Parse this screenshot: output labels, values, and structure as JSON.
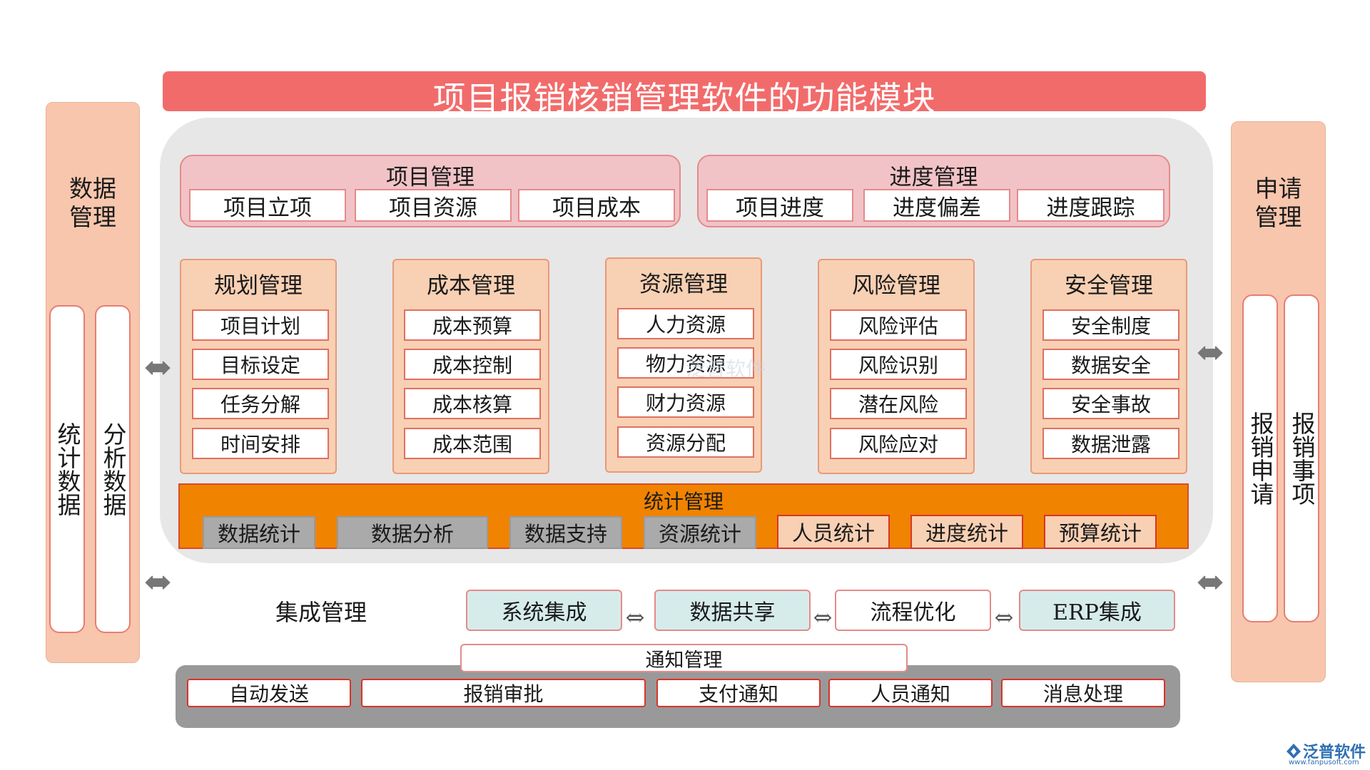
{
  "title": "项目报销核销管理软件的功能模块",
  "left_panel": {
    "title": "数据\n管理",
    "items": [
      "统计数据",
      "分析数据"
    ]
  },
  "right_panel": {
    "title": "申请\n管理",
    "items": [
      "报销申请",
      "报销事项"
    ]
  },
  "top_groups": [
    {
      "title": "项目管理",
      "items": [
        "项目立项",
        "项目资源",
        "项目成本"
      ]
    },
    {
      "title": "进度管理",
      "items": [
        "项目进度",
        "进度偏差",
        "进度跟踪"
      ]
    }
  ],
  "mid_groups": [
    {
      "title": "规划管理",
      "items": [
        "项目计划",
        "目标设定",
        "任务分解",
        "时间安排"
      ]
    },
    {
      "title": "成本管理",
      "items": [
        "成本预算",
        "成本控制",
        "成本核算",
        "成本范围"
      ]
    },
    {
      "title": "资源管理",
      "items": [
        "人力资源",
        "物力资源",
        "财力资源",
        "资源分配"
      ]
    },
    {
      "title": "风险管理",
      "items": [
        "风险评估",
        "风险识别",
        "潜在风险",
        "风险应对"
      ]
    },
    {
      "title": "安全管理",
      "items": [
        "安全制度",
        "数据安全",
        "安全事故",
        "数据泄露"
      ]
    }
  ],
  "stats": {
    "title": "统计管理",
    "items": [
      "数据统计",
      "数据分析",
      "数据支持",
      "资源统计",
      "人员统计",
      "进度统计",
      "预算统计"
    ]
  },
  "integration": {
    "label": "集成管理",
    "items": [
      "系统集成",
      "数据共享",
      "流程优化",
      "ERP集成"
    ]
  },
  "notification": {
    "title": "通知管理",
    "items": [
      "自动发送",
      "报销审批",
      "支付通知",
      "人员通知",
      "消息处理"
    ]
  },
  "watermark": "泛普软件",
  "logo": {
    "name": "泛普软件",
    "url": "www.fanpusoft.com"
  },
  "colors": {
    "title_bar": "#f26b6b",
    "side_panel": "#f7c6ad",
    "top_group": "#f1c3c6",
    "mid_group": "#f8d0b3",
    "stat_bar": "#f08300",
    "integration_blue": "#d6eceb",
    "notify_bar": "#999999"
  }
}
